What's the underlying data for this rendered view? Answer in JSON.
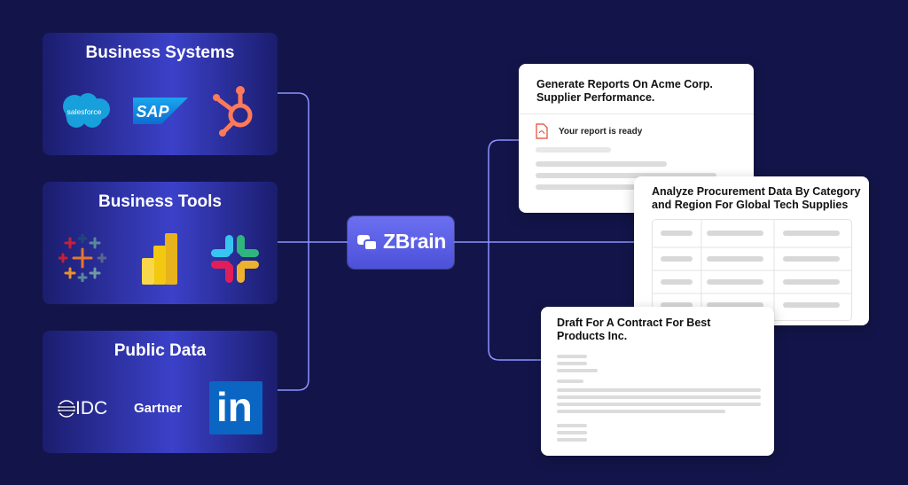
{
  "sources": {
    "business_systems": {
      "title": "Business Systems",
      "logos": [
        "salesforce-logo",
        "sap-logo",
        "hubspot-logo"
      ],
      "salesforce_text": "salesforce",
      "sap_text": "SAP"
    },
    "business_tools": {
      "title": "Business Tools",
      "logos": [
        "tableau-logo",
        "power-bi-logo",
        "slack-logo"
      ]
    },
    "public_data": {
      "title": "Public Data",
      "idc_text": "IDC",
      "gartner_text": "Gartner",
      "linkedin_text": "in"
    }
  },
  "hub": {
    "label": "ZBrain"
  },
  "outputs": {
    "report_card": {
      "title": "Generate Reports On Acme Corp. Supplier Performance.",
      "status": "Your report is ready"
    },
    "analysis_card": {
      "title": "Analyze Procurement Data By Category and Region For Global Tech Supplies"
    },
    "contract_card": {
      "title": "Draft For A Contract For Best Products Inc."
    }
  },
  "colors": {
    "background": "#13154a",
    "connector": "#8d93ff",
    "hub": "#5b5fe6",
    "pdf_red": "#e5452f"
  }
}
